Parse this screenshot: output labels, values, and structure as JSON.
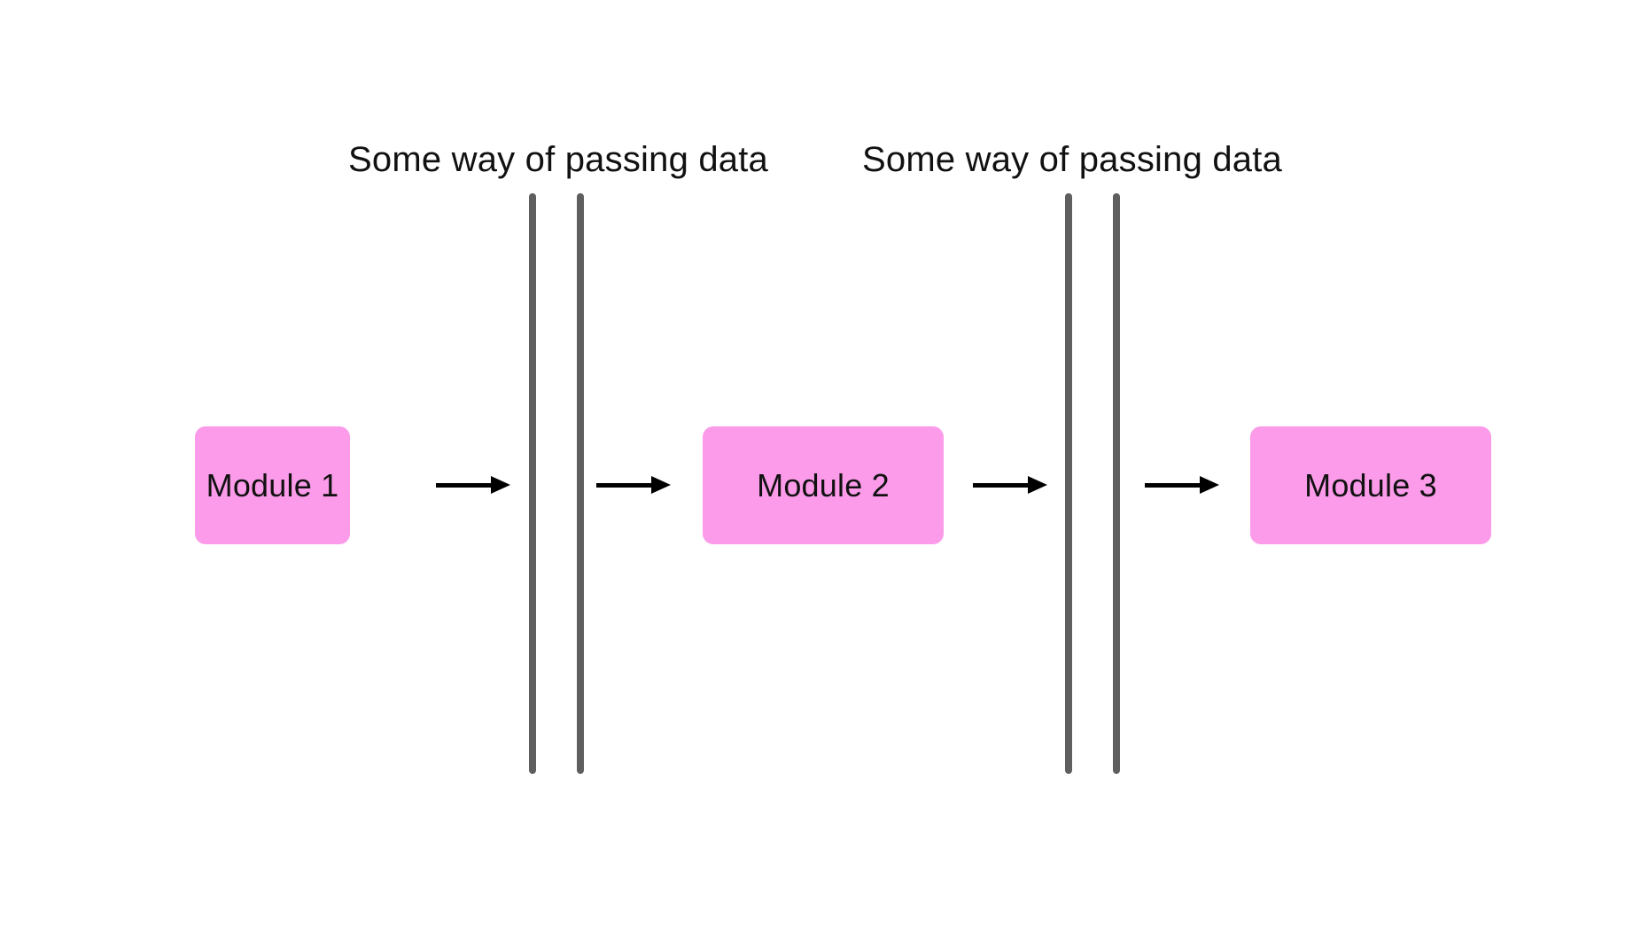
{
  "diagram": {
    "channel_labels": [
      "Some way of passing data",
      "Some way of passing data"
    ],
    "modules": [
      {
        "label": "Module 1"
      },
      {
        "label": "Module 2"
      },
      {
        "label": "Module 3"
      }
    ],
    "colors": {
      "background": "#ffffff",
      "module_fill": "#fb9be9",
      "module_text": "#111111",
      "label_text": "#111111",
      "divider_bar": "#5f5f5f",
      "arrow": "#000000"
    }
  }
}
